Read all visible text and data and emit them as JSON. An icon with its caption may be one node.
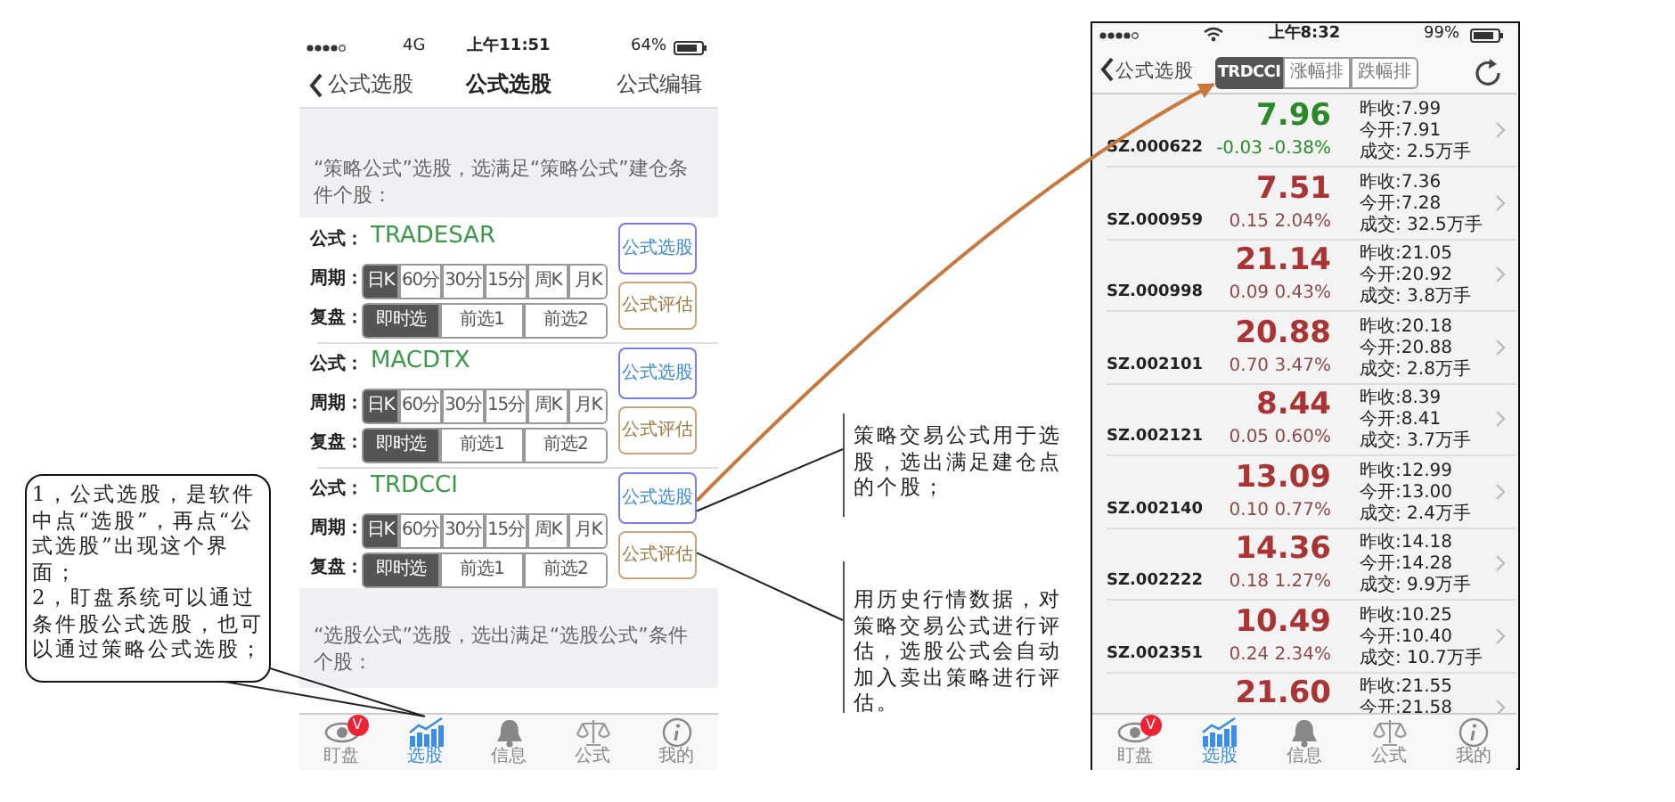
{
  "diagram": {
    "nodes": [
      {
        "text": [
          "1，公式选股，是软件中点“选股”，再点“公式选股”出现这个界面；",
          "2，盯盘系统可以通过条件股公式选股，也可以通过策略公式选股；"
        ]
      },
      {
        "text": [
          "选股"
        ]
      },
      {
        "text": [
          "公式选股"
        ]
      },
      {
        "text": [
          "公式评估"
        ]
      },
      {
        "text": [
          "策略交易公式用于选股，选出满足建仓点的个股；"
        ]
      },
      {
        "text": [
          "用历史行情数据，对策略交易公式进行评估，选股公式会自动加入卖出策略进行评估。"
        ]
      },
      {
        "text": [
          "TRDCCI"
        ]
      },
      {
        "text": [
          "公式选股"
        ]
      },
      {
        "text": [
          "公式评估"
        ]
      },
      {
        "text": [
          "公式选股"
        ]
      },
      {
        "text": [
          "公式评估"
        ]
      }
    ],
    "edges": [
      {
        "from": 0,
        "to": 1,
        "arrow": "none"
      },
      {
        "from": 2,
        "to": 6,
        "arrow": "to",
        "color": "#c8783c"
      },
      {
        "from": 4,
        "to": 2,
        "arrow": "none"
      },
      {
        "from": 5,
        "to": 3,
        "arrow": "none"
      }
    ],
    "labels": [
      "4G",
      "上午11:51",
      "64%",
      "公式选股",
      "公式选股",
      "公式编辑",
      "“策略公式”选股，选满足“策略公式”建仓条件个股：",
      "公式：",
      "TRADESAR",
      "周期：",
      "日K",
      "60分",
      "30分",
      "15分",
      "周K",
      "月K",
      "复盘：",
      "即时选",
      "前选1",
      "前选2",
      "公式：",
      "MACDTX",
      "周期：",
      "日K",
      "60分",
      "30分",
      "15分",
      "周K",
      "月K",
      "复盘：",
      "即时选",
      "前选1",
      "前选2",
      "公式：",
      "TRDCCI",
      "周期：",
      "日K",
      "60分",
      "30分",
      "15分",
      "周K",
      "月K",
      "复盘：",
      "即时选",
      "前选1",
      "前选2",
      "“选股公式”选股，选出满足“选股公式”条件个股：",
      "V",
      "盯盘",
      "信息",
      "公式",
      "我的",
      "上午8:32",
      "99%",
      "公式选股",
      "涨幅排",
      "跌幅排",
      "SZ.000622",
      "7.96",
      "-0.03 -0.38%",
      "昨收:7.99",
      "今开:7.91",
      "成交: 2.5万手",
      "SZ.000959",
      "7.51",
      "0.15 2.04%",
      "昨收:7.36",
      "今开:7.28",
      "成交: 32.5万手",
      "SZ.000998",
      "21.14",
      "0.09 0.43%",
      "昨收:21.05",
      "今开:20.92",
      "成交: 3.8万手",
      "SZ.002101",
      "20.88",
      "0.70 3.47%",
      "昨收:20.18",
      "今开:20.88",
      "成交: 2.8万手",
      "SZ.002121",
      "8.44",
      "0.05 0.60%",
      "昨收:8.39",
      "今开:8.41",
      "成交: 3.7万手",
      "SZ.002140",
      "13.09",
      "0.10 0.77%",
      "昨收:12.99",
      "今开:13.00",
      "成交: 2.4万手",
      "SZ.002222",
      "14.36",
      "0.18 1.27%",
      "昨收:14.18",
      "今开:14.28",
      "成交: 9.9万手",
      "SZ.002351",
      "10.49",
      "0.24 2.34%",
      "昨收:10.25",
      "今开:10.40",
      "成交: 10.7万手",
      "21.60",
      "昨收:21.55",
      "今开:21.58",
      "V",
      "盯盘",
      "选股",
      "信息",
      "公式",
      "我的"
    ]
  }
}
